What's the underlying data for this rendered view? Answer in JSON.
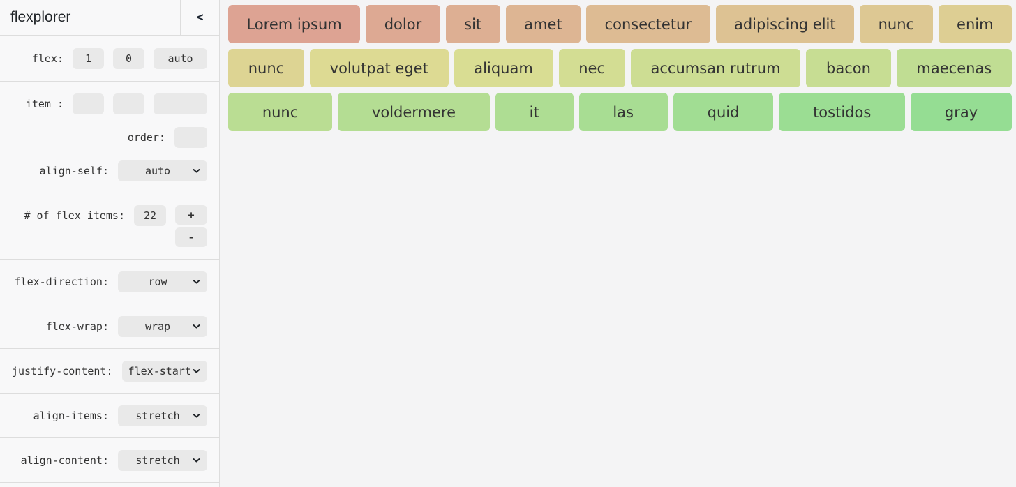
{
  "header": {
    "title": "flexplorer",
    "collapse_label": "<"
  },
  "sidebar": {
    "flex": {
      "label": "flex:",
      "grow": "1",
      "shrink": "0",
      "basis": "auto"
    },
    "item": {
      "label": "item :",
      "grow": "",
      "shrink": "",
      "basis": ""
    },
    "order": {
      "label": "order:",
      "value": ""
    },
    "align_self": {
      "label": "align-self:",
      "value": "auto"
    },
    "count": {
      "label": "# of flex items:",
      "value": "22",
      "plus": "+",
      "minus": "-"
    },
    "flex_direction": {
      "label": "flex-direction:",
      "value": "row"
    },
    "flex_wrap": {
      "label": "flex-wrap:",
      "value": "wrap"
    },
    "justify_content": {
      "label": "justify-content:",
      "value": "flex-start"
    },
    "align_items": {
      "label": "align-items:",
      "value": "stretch"
    },
    "align_content": {
      "label": "align-content:",
      "value": "stretch"
    }
  },
  "colors": {
    "control_bg": "#e9e9e9",
    "divider": "#dddddd",
    "item_text": "#333333",
    "sidebar_bg": "#f8f8f9"
  },
  "flex_rows": [
    [
      {
        "label": "Lorem ipsum",
        "color": "#dda393"
      },
      {
        "label": "dolor",
        "color": "#dda993"
      },
      {
        "label": "sit",
        "color": "#ddaf93"
      },
      {
        "label": "amet",
        "color": "#ddb593"
      },
      {
        "label": "consectetur",
        "color": "#ddbb93"
      },
      {
        "label": "adipiscing elit",
        "color": "#ddc293"
      },
      {
        "label": "nunc",
        "color": "#ddc893"
      },
      {
        "label": "enim",
        "color": "#ddce93"
      }
    ],
    [
      {
        "label": "nunc",
        "color": "#ddd493"
      },
      {
        "label": "volutpat eget",
        "color": "#ddda93"
      },
      {
        "label": "aliquam",
        "color": "#d9dd93"
      },
      {
        "label": "nec",
        "color": "#d3dd93"
      },
      {
        "label": "accumsan rutrum",
        "color": "#cddd93"
      },
      {
        "label": "bacon",
        "color": "#c7dd93"
      },
      {
        "label": "maecenas",
        "color": "#c0dd93"
      }
    ],
    [
      {
        "label": "nunc",
        "color": "#badd93"
      },
      {
        "label": "voldermere",
        "color": "#b4dd93"
      },
      {
        "label": "it",
        "color": "#aedd93"
      },
      {
        "label": "las",
        "color": "#a8dd93"
      },
      {
        "label": "quid",
        "color": "#a1dd93"
      },
      {
        "label": "tostidos",
        "color": "#9bdd93"
      },
      {
        "label": "gray",
        "color": "#95dd93"
      }
    ]
  ]
}
